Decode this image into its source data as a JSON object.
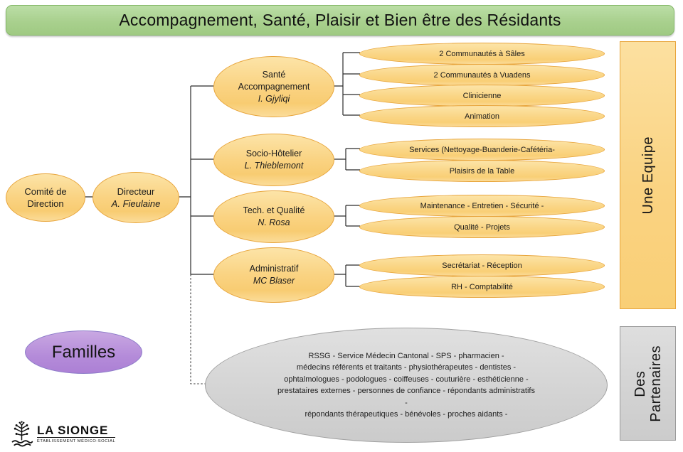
{
  "title": "Accompagnement, Santé, Plaisir et Bien être des Résidants",
  "colors": {
    "title_fill": "#A9D08E",
    "node_fill": "#FAD382",
    "node_border": "#E8A53C",
    "familles_fill": "#B48BD9",
    "partners_fill": "#D4D4D4"
  },
  "left_nodes": {
    "comite": {
      "line1": "Comité de",
      "line2": "Direction"
    },
    "directeur": {
      "role": "Directeur",
      "name": "A. Fieulaine"
    }
  },
  "departments": [
    {
      "title_lines": [
        "Santé",
        "Accompagnement"
      ],
      "manager": "I. Gjyliqi",
      "units": [
        "2 Communautés à Sâles",
        "2 Communautés à Vuadens",
        "Clinicienne",
        "Animation"
      ]
    },
    {
      "title_lines": [
        "Socio-Hôtelier"
      ],
      "manager": "L. Thieblemont",
      "units": [
        "Services (Nettoyage-Buanderie-Cafétéria-",
        "Plaisirs de la Table"
      ]
    },
    {
      "title_lines": [
        "Tech. et Qualité"
      ],
      "manager": "N. Rosa",
      "units": [
        "Maintenance - Entretien - Sécurité -",
        "Qualité - Projets"
      ]
    },
    {
      "title_lines": [
        "Administratif"
      ],
      "manager": "MC Blaser",
      "units": [
        "Secrétariat - Réception",
        "RH - Comptabilité"
      ]
    }
  ],
  "familles": {
    "label": "Familles"
  },
  "partners": {
    "lines": [
      "RSSG - Service Médecin Cantonal - SPS - pharmacien -",
      "médecins référents et traitants - physiothérapeutes - dentistes -",
      "ophtalmologues - podologues  - coiffeuses  - couturière  - esthéticienne  -",
      "prestataires externes - personnes  de confiance  - répondants administratifs",
      "-",
      "répondants thérapeutiques -  bénévoles -  proches aidants -"
    ]
  },
  "right_banners": {
    "equipe": "Une Equipe",
    "partenaires": [
      "Des",
      "Partenaires"
    ]
  },
  "logo": {
    "name": "LA SIONGE",
    "subtitle": "ÉTABLISSEMENT MÉDICO-SOCIAL"
  }
}
